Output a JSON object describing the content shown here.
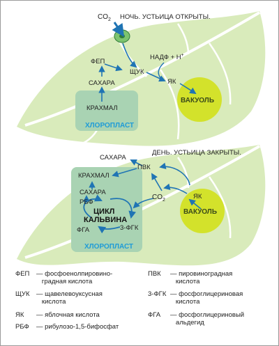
{
  "night": {
    "title": "НОЧЬ. УСТЬИЦА ОТКРЫТЫ.",
    "co2": "CO",
    "co2_sub": "2",
    "fep": "ФЕП",
    "shchuk": "ЩУК",
    "nadf": "НАДФ + Н",
    "nadf_sup": "+",
    "yak": "ЯК",
    "vacuole": "ВАКУОЛЬ",
    "sugars": "САХАРА",
    "starch": "КРАХМАЛ",
    "chloroplast": "ХЛОРОПЛАСТ"
  },
  "day": {
    "title": "ДЕНЬ. УСТЬИЦА ЗАКРЫТЫ.",
    "sugars_top": "САХАРА",
    "pvk": "ПВК",
    "starch": "КРАХМАЛ",
    "sugars": "САХАРА",
    "rbf": "РБФ",
    "cycle_line1": "ЦИКЛ",
    "cycle_line2": "КАЛЬВИНА",
    "fga": "ФГА",
    "fgk3": "3-ФГК",
    "co2": "CO",
    "co2_sub": "2",
    "yak": "ЯК",
    "vacuole": "ВАКУОЛЬ",
    "chloroplast": "ХЛОРОПЛАСТ"
  },
  "legend": [
    {
      "abbr": "ФЕП",
      "def": "— фосфоенолпировино-\n   градная кислота"
    },
    {
      "abbr": "ЩУК",
      "def": "— щавелевоуксусная\n   кислота"
    },
    {
      "abbr": "ЯК",
      "def": "— яблочная кислота"
    },
    {
      "abbr": "РБФ",
      "def": "— рибулозо-1,5-бифосфат"
    },
    {
      "abbr": "ПВК",
      "def": "— пировиноградная\n   кислота"
    },
    {
      "abbr": "3-ФГК",
      "def": "— фосфоглицериновая\n   кислота"
    },
    {
      "abbr": "ФГА",
      "def": "— фосфоглицериновый\n   альдегид"
    }
  ],
  "colors": {
    "leaf": "#d9ebbb",
    "leaf_vein": "#ffffff",
    "chloroplast": "#a9d3b3",
    "vacuole": "#d3e22b",
    "arrow": "#1f74b4",
    "chloroplast_text": "#1e9bd7",
    "stoma": "#7dc46f"
  }
}
